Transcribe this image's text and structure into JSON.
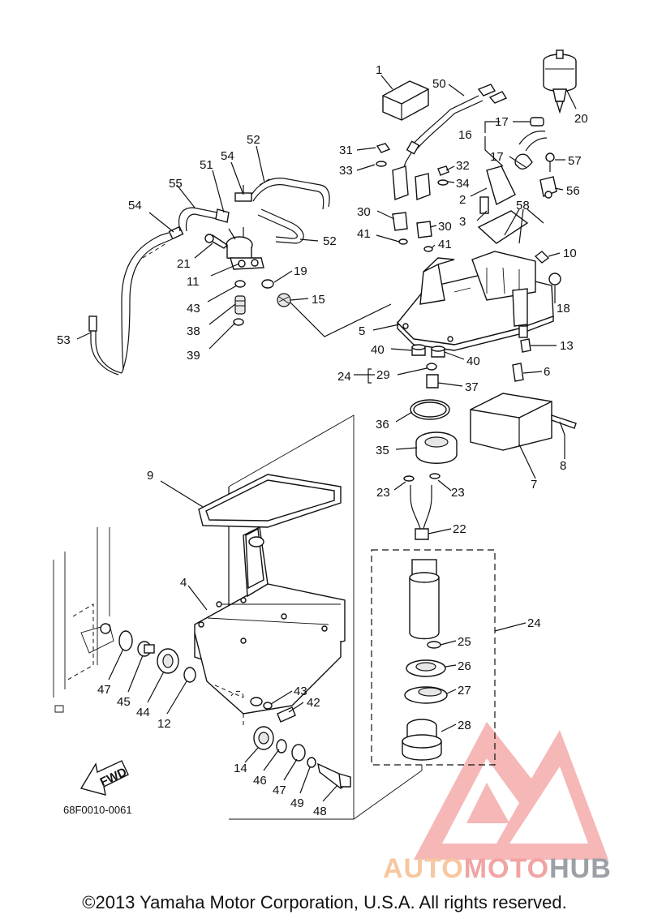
{
  "diagram": {
    "code": "68F0010-0061",
    "fwd_label": "FWD",
    "copyright": "©2013 Yamaha Motor Corporation, U.S.A. All rights reserved.",
    "watermark": {
      "part1": "AUTO",
      "part2": "MOTO",
      "part3": "HUB"
    },
    "colors": {
      "line": "#111111",
      "watermark_red": "#f08a8a",
      "watermark_orange": "#f6c7a0",
      "watermark_gray": "#9aa0a6"
    }
  },
  "callouts": {
    "c1": "1",
    "c50": "50",
    "c20": "20",
    "c17a": "17",
    "c16": "16",
    "c17b": "17",
    "c57": "57",
    "c31": "31",
    "c33": "33",
    "c32": "32",
    "c34": "34",
    "c2": "2",
    "c56": "56",
    "c58": "58",
    "c30a": "30",
    "c3": "3",
    "c30b": "30",
    "c41a": "41",
    "c41b": "41",
    "c10": "10",
    "c52a": "52",
    "c54a": "54",
    "c51": "51",
    "c55": "55",
    "c54b": "54",
    "c52b": "52",
    "c21": "21",
    "c11": "11",
    "c19": "19",
    "c43a": "43",
    "c15": "15",
    "c38": "38",
    "c39": "39",
    "c53": "53",
    "c18": "18",
    "c5": "5",
    "c13": "13",
    "c40a": "40",
    "c40b": "40",
    "c24a": "24",
    "c29": "29",
    "c6": "6",
    "c37": "37",
    "c36": "36",
    "c8": "8",
    "c35": "35",
    "c7": "7",
    "c9": "9",
    "c23a": "23",
    "c23b": "23",
    "c22": "22",
    "c4": "4",
    "c24b": "24",
    "c25": "25",
    "c26": "26",
    "c27": "27",
    "c28": "28",
    "c47a": "47",
    "c45": "45",
    "c44": "44",
    "c12": "12",
    "c43b": "43",
    "c42": "42",
    "c14": "14",
    "c46": "46",
    "c47b": "47",
    "c49": "49",
    "c48": "48"
  }
}
